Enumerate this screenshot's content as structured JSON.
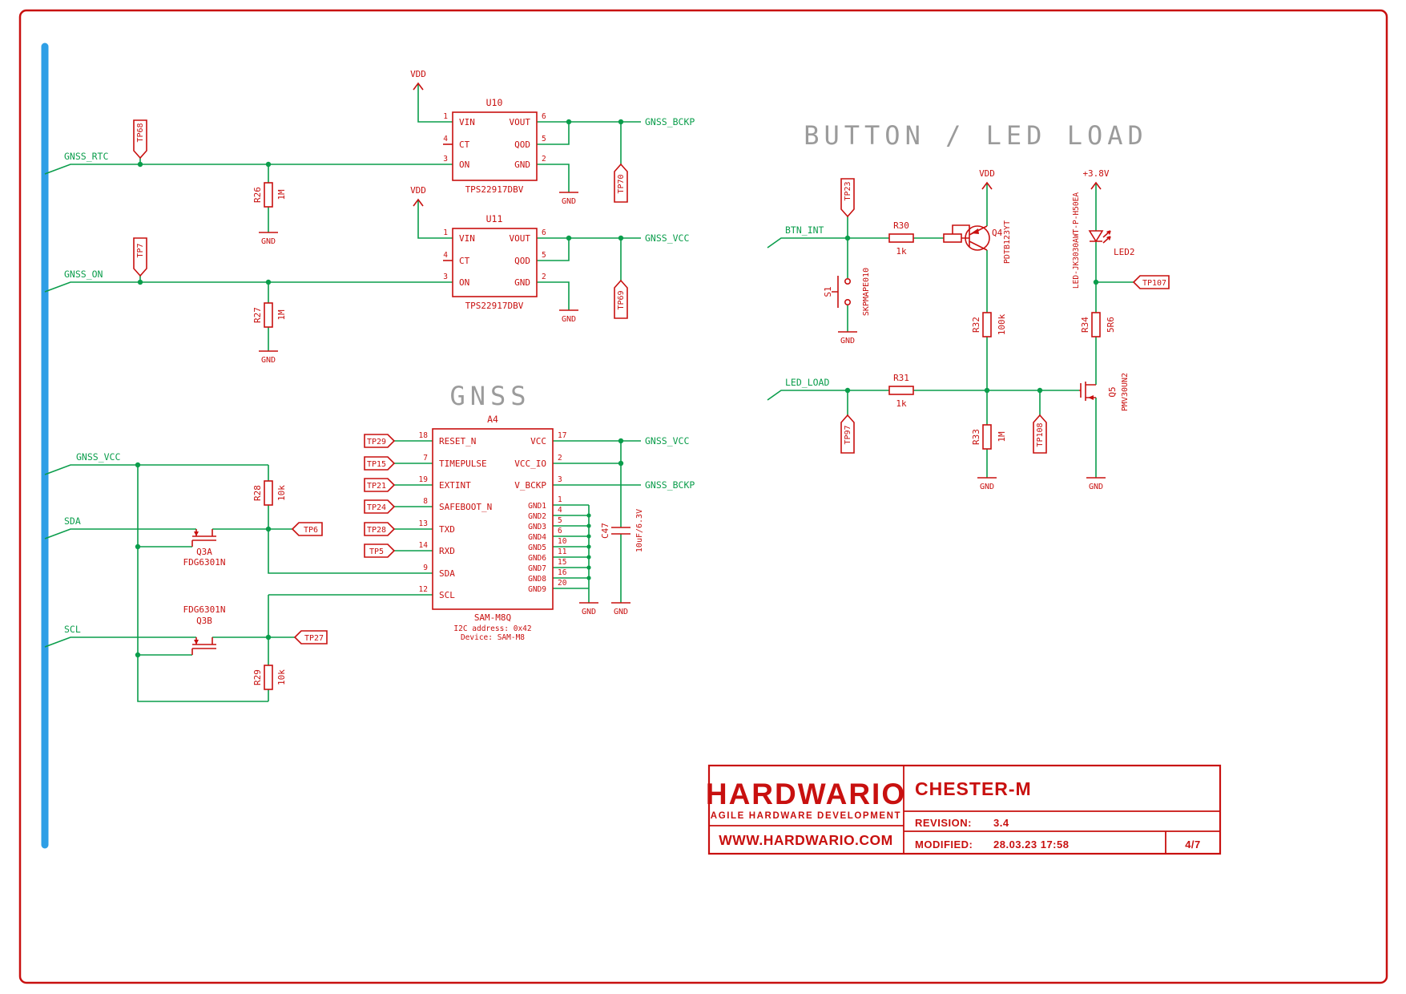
{
  "colors": {
    "red": "#c8100f",
    "green": "#0a9d4b",
    "blue": "#2e9fe6",
    "gray": "#9b9b9b"
  },
  "titles": {
    "gnss": "GNSS",
    "button_led": "BUTTON / LED LOAD"
  },
  "power": {
    "vdd": "VDD",
    "gnd": "GND",
    "p38": "+3.8V"
  },
  "nets": {
    "gnss_rtc": "GNSS_RTC",
    "gnss_on": "GNSS_ON",
    "gnss_bckp": "GNSS_BCKP",
    "gnss_vcc": "GNSS_VCC",
    "sda": "SDA",
    "scl": "SCL",
    "btn_int": "BTN_INT",
    "led_load": "LED_LOAD"
  },
  "u10": {
    "ref": "U10",
    "value": "TPS22917DBV"
  },
  "u11": {
    "ref": "U11",
    "value": "TPS22917DBV"
  },
  "ls_pins": {
    "vin": "VIN",
    "ct": "CT",
    "on": "ON",
    "vout": "VOUT",
    "qod": "QOD",
    "gnd": "GND",
    "n1": "1",
    "n4": "4",
    "n3": "3",
    "n6": "6",
    "n5": "5",
    "n2": "2"
  },
  "sam": {
    "ref": "A4",
    "value": "SAM-M8Q",
    "note1": "I2C address: 0x42",
    "note2": "Device: SAM-M8",
    "left": [
      [
        "RESET_N",
        "18"
      ],
      [
        "TIMEPULSE",
        "7"
      ],
      [
        "EXTINT",
        "19"
      ],
      [
        "SAFEBOOT_N",
        "8"
      ],
      [
        "TXD",
        "13"
      ],
      [
        "RXD",
        "14"
      ],
      [
        "SDA",
        "9"
      ],
      [
        "SCL",
        "12"
      ]
    ],
    "right": [
      [
        "VCC",
        "17"
      ],
      [
        "VCC_IO",
        "2"
      ],
      [
        "V_BCKP",
        "3"
      ],
      [
        "GND1",
        "1"
      ],
      [
        "GND2",
        "4"
      ],
      [
        "GND3",
        "5"
      ],
      [
        "GND4",
        "6"
      ],
      [
        "GND5",
        "10"
      ],
      [
        "GND6",
        "11"
      ],
      [
        "GND7",
        "15"
      ],
      [
        "GND8",
        "16"
      ],
      [
        "GND9",
        "20"
      ]
    ]
  },
  "parts": {
    "r26": [
      "R26",
      "1M"
    ],
    "r27": [
      "R27",
      "1M"
    ],
    "r28": [
      "R28",
      "10k"
    ],
    "r29": [
      "R29",
      "10k"
    ],
    "r30": [
      "R30",
      "1k"
    ],
    "r31": [
      "R31",
      "1k"
    ],
    "r32": [
      "R32",
      "100k"
    ],
    "r33": [
      "R33",
      "1M"
    ],
    "r34": [
      "R34",
      "5R6"
    ],
    "c47": [
      "C47",
      "10uF/6.3V"
    ],
    "q3a": [
      "Q3A",
      "FDG6301N"
    ],
    "q3b": [
      "Q3B",
      "FDG6301N"
    ],
    "q4": [
      "Q4",
      "PDTB123YT"
    ],
    "q5": [
      "Q5",
      "PMV30UN2"
    ],
    "s1": [
      "S1",
      "SKPMAPE010"
    ],
    "led2": [
      "LED2",
      "LED-JK3030AWT-P-H50EA"
    ]
  },
  "tps": {
    "tp68": "TP68",
    "tp7": "TP7",
    "tp70": "TP70",
    "tp69": "TP69",
    "tp29": "TP29",
    "tp15": "TP15",
    "tp21": "TP21",
    "tp24": "TP24",
    "tp28": "TP28",
    "tp5": "TP5",
    "tp6": "TP6",
    "tp27": "TP27",
    "tp23": "TP23",
    "tp97": "TP97",
    "tp108": "TP108",
    "tp107": "TP107"
  },
  "title_block": {
    "company": "HARDWARIO",
    "tagline": "AGILE HARDWARE DEVELOPMENT",
    "website": "WWW.HARDWARIO.COM",
    "project": "CHESTER-M",
    "revision_label": "REVISION:",
    "revision": "3.4",
    "modified_label": "MODIFIED:",
    "modified": "28.03.23 17:58",
    "page": "4/7"
  }
}
